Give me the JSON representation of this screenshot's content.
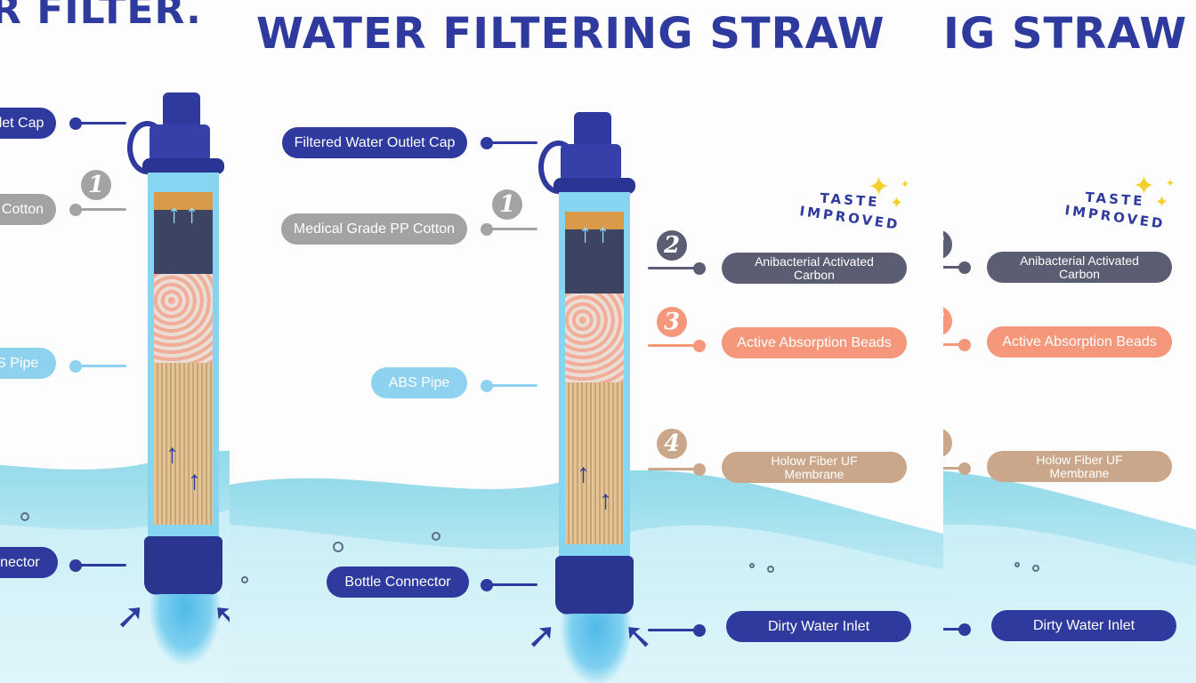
{
  "titles": {
    "left": "R FILTER.",
    "middle": "WATER FILTERING STRAW",
    "right": "IG STRAW"
  },
  "labels": {
    "outlet_cap": "Filtered Water Outlet Cap",
    "pp_cotton": "Medical Grade PP Cotton",
    "abs_pipe": "ABS Pipe",
    "bottle_connector": "Bottle Connector",
    "carbon_line1": "Anibacterial Activated",
    "carbon_line2": "Carbon",
    "beads": "Active Absorption Beads",
    "membrane_line1": "Holow Fiber UF",
    "membrane_line2": "Membrane",
    "inlet": "Dirty Water Inlet"
  },
  "numbers": [
    "1",
    "2",
    "3",
    "4"
  ],
  "badge": {
    "line1": "TASTE",
    "line2": "IMPROVED"
  },
  "colors": {
    "navy": "#2f3a9e",
    "gray": "#a3a3a3",
    "sky": "#8fd2ef",
    "slate": "#5b5d72",
    "coral": "#f5977a",
    "tan": "#caa78a"
  }
}
